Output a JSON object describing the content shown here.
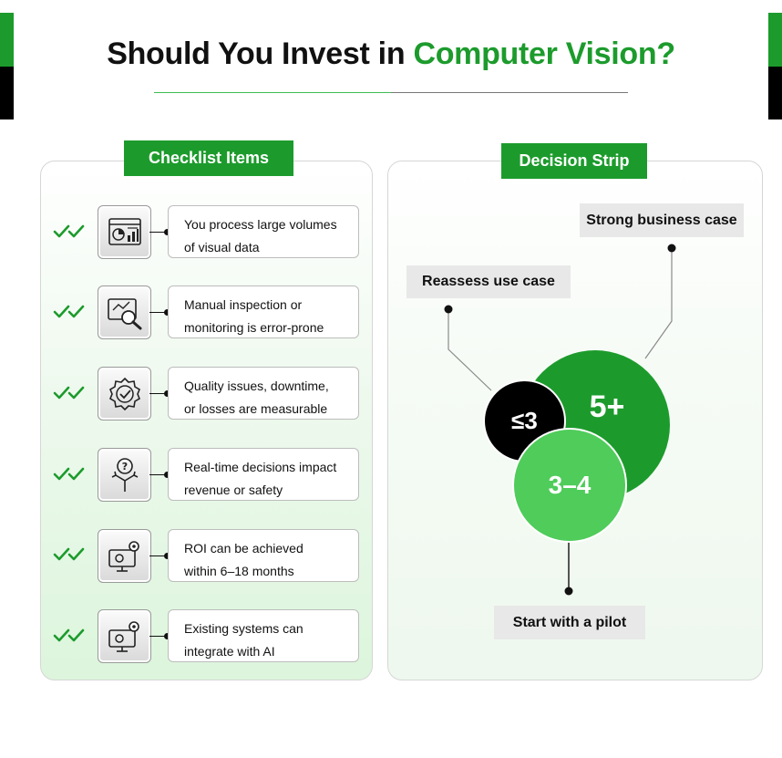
{
  "title": {
    "prefix": "Should You Invest in ",
    "accent": "Computer Vision?"
  },
  "colors": {
    "brand_green": "#1c9b2c",
    "light_green": "#4fcc5a",
    "black": "#000000"
  },
  "checklist": {
    "tab_label": "Checklist Items",
    "items": [
      {
        "icon": "dashboard-chart-icon",
        "line1": "You process large volumes",
        "line2": "of visual data"
      },
      {
        "icon": "magnifier-analytics-icon",
        "line1": "Manual inspection or",
        "line2": "monitoring is error-prone"
      },
      {
        "icon": "quality-badge-icon",
        "line1": "Quality issues, downtime,",
        "line2": "or losses are measurable"
      },
      {
        "icon": "decision-arrows-icon",
        "line1": "Real-time decisions impact",
        "line2": "revenue or safety"
      },
      {
        "icon": "monitor-gear-icon",
        "line1": "ROI can be achieved",
        "line2": "within 6–18 months"
      },
      {
        "icon": "monitor-gear-icon",
        "line1": "Existing systems can",
        "line2": "integrate with AI"
      }
    ]
  },
  "decision": {
    "tab_label": "Decision Strip",
    "outcomes": {
      "strong": "Strong business case",
      "reassess": "Reassess use case",
      "pilot": "Start with a pilot"
    },
    "circles": {
      "large": "5+",
      "small": "≤3",
      "medium": "3–4"
    }
  }
}
